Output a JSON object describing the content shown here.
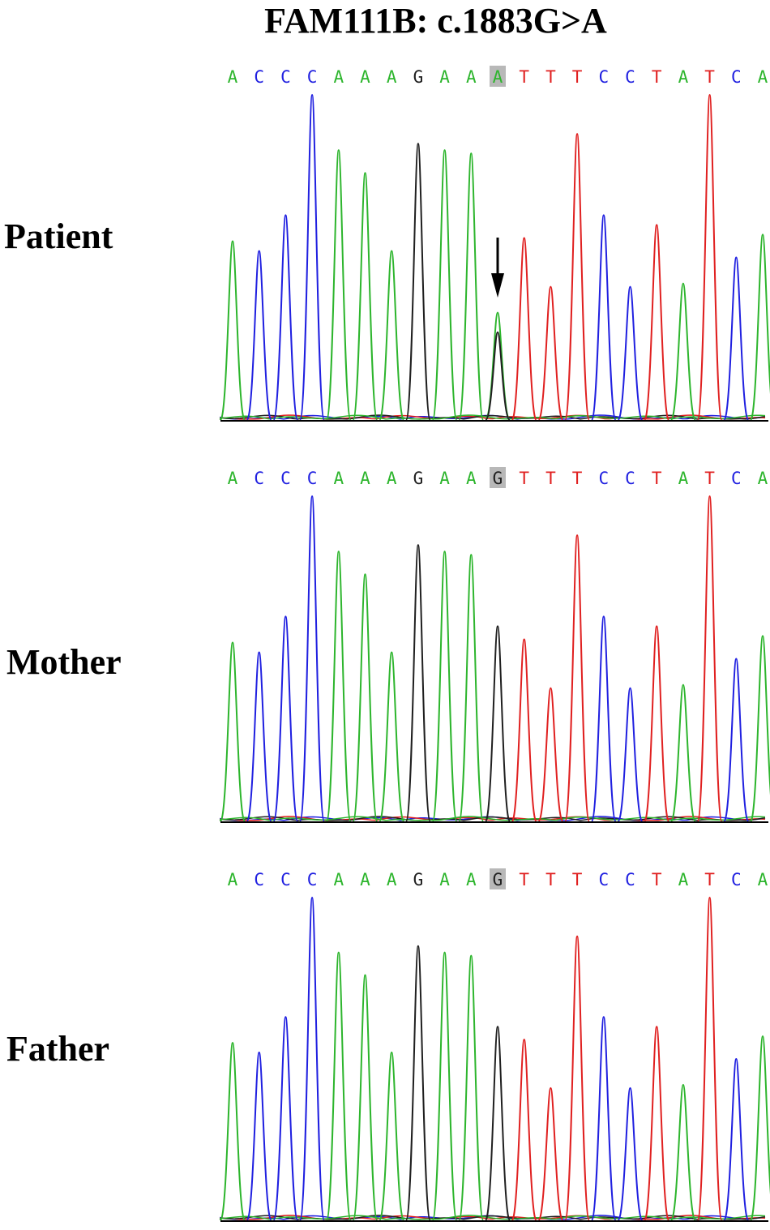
{
  "title": "FAM111B: c.1883G>A",
  "colors": {
    "A": "#2db52d",
    "C": "#2020e0",
    "G": "#202020",
    "T": "#e02020",
    "highlight": "#b8b8b8"
  },
  "panels": [
    {
      "id": "patient",
      "label": "Patient",
      "sequence": [
        "A",
        "C",
        "C",
        "C",
        "A",
        "A",
        "A",
        "G",
        "A",
        "A",
        "A",
        "T",
        "T",
        "T",
        "C",
        "C",
        "T",
        "A",
        "T",
        "C",
        "A"
      ],
      "highlight_index": 10,
      "arrow": true
    },
    {
      "id": "mother",
      "label": "Mother",
      "sequence": [
        "A",
        "C",
        "C",
        "C",
        "A",
        "A",
        "A",
        "G",
        "A",
        "A",
        "G",
        "T",
        "T",
        "T",
        "C",
        "C",
        "T",
        "A",
        "T",
        "C",
        "A"
      ],
      "highlight_index": 10,
      "arrow": false
    },
    {
      "id": "father",
      "label": "Father",
      "sequence": [
        "A",
        "C",
        "C",
        "C",
        "A",
        "A",
        "A",
        "G",
        "A",
        "A",
        "G",
        "T",
        "T",
        "T",
        "C",
        "C",
        "T",
        "A",
        "T",
        "C",
        "A"
      ],
      "highlight_index": 10,
      "arrow": false
    }
  ],
  "peak_heights": [
    0.55,
    0.52,
    0.63,
    1.0,
    0.83,
    0.76,
    0.52,
    0.85,
    0.83,
    0.82,
    0.33,
    0.56,
    0.41,
    0.88,
    0.63,
    0.41,
    0.6,
    0.42,
    1.0,
    0.5,
    0.57
  ]
}
